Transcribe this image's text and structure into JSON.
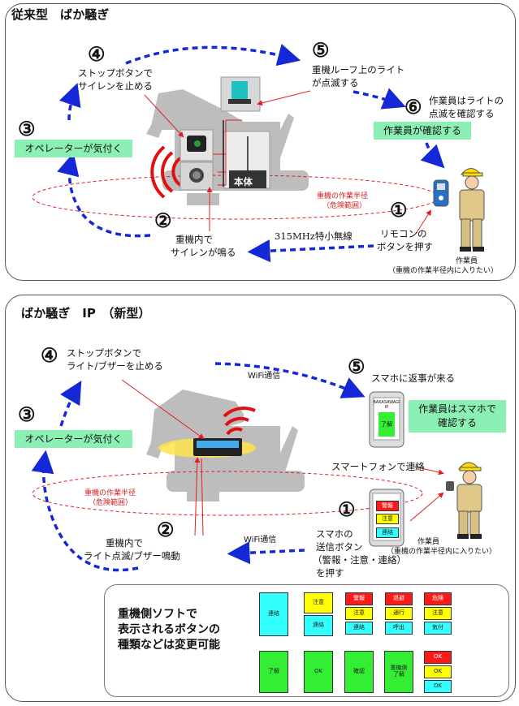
{
  "top": {
    "title": "従来型　ばか騒ぎ",
    "n1": "①",
    "n2": "②",
    "n3": "③",
    "n4": "④",
    "n5": "⑤",
    "n6": "⑥",
    "step4": [
      "ストップボタンで",
      "サイレンを止める"
    ],
    "step5": [
      "重機ルーフ上のライト",
      "が点滅する"
    ],
    "step6": [
      "作業員はライトの",
      "点滅を確認する"
    ],
    "worker_confirms": "作業員が確認する",
    "operator_notices": "オペレーターが気付く",
    "device_label": "本体",
    "danger_zone": [
      "重機の作業半径",
      "（危険範囲）"
    ],
    "step1": [
      "リモコンの",
      "ボタンを押す"
    ],
    "step2": [
      "重機内で",
      "サイレンが鳴る"
    ],
    "radio": "315MHz特小無線",
    "worker_caption": [
      "作業員",
      "（重機の作業半径内に入りたい）"
    ]
  },
  "bottom": {
    "title": "ばか騒ぎ　IP　（新型）",
    "n1": "①",
    "n2": "②",
    "n3": "③",
    "n4": "④",
    "n5": "⑤",
    "step4": [
      "ストップボタンで",
      "ライト/ブザーを止める"
    ],
    "wifi_top": "WiFi通信",
    "step5": "スマホに返事が来る",
    "phone_header": "BAKASAWAGI IP",
    "phone_reply": "了解",
    "worker_confirms": [
      "作業員はスマホで",
      "確認する"
    ],
    "operator_notices": "オペレーターが気付く",
    "smartphone_link": "スマートフォンで連絡",
    "danger_zone": [
      "重機の作業半径",
      "（危険範囲）"
    ],
    "phone_buttons": [
      "警報",
      "注意",
      "連絡"
    ],
    "step1": [
      "スマホの",
      "送信ボタン",
      "（警報・注意・連絡）",
      "を押す"
    ],
    "step2": [
      "重機内で",
      "ライト点滅/ブザー鳴動"
    ],
    "wifi_bottom": "WiFi通信",
    "worker_caption": [
      "作業員",
      "（重機の作業半径内に入りたい）"
    ]
  },
  "software": {
    "text": [
      "重機側ソフトで",
      "表示されるボタンの",
      "種類などは変更可能"
    ],
    "col1_top": "連絡",
    "col1_bottom": "了解",
    "col2_top": [
      "注意",
      "連絡"
    ],
    "col2_bottom": "OK",
    "col3_top": [
      "警報",
      "注意",
      "連絡"
    ],
    "col3_bottom": "確認",
    "col4_top": [
      "退避",
      "通行",
      "呼出"
    ],
    "col4_bottom": [
      "重機側",
      "了解"
    ],
    "col5_top": [
      "危険",
      "注意",
      "気付"
    ],
    "col5_bottom": [
      "OK",
      "OK",
      "OK"
    ]
  },
  "colors": {
    "green_box": "#8cf0b4",
    "blue_arrow": "#1428d8",
    "red_line": "#e02020"
  }
}
